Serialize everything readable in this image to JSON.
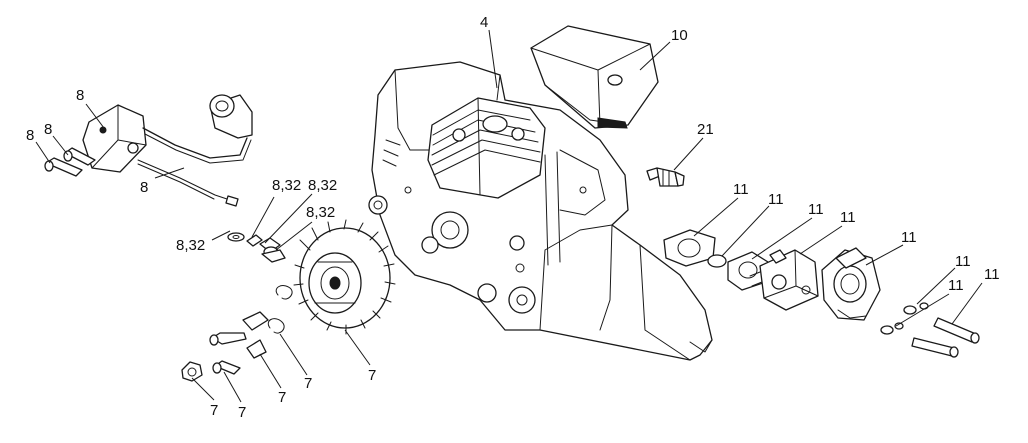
{
  "callouts": [
    {
      "id": "c-4",
      "text": "4"
    },
    {
      "id": "c-10",
      "text": "10"
    },
    {
      "id": "c-21",
      "text": "21"
    },
    {
      "id": "c-8a",
      "text": "8"
    },
    {
      "id": "c-8b",
      "text": "8"
    },
    {
      "id": "c-8c",
      "text": "8"
    },
    {
      "id": "c-8d",
      "text": "8"
    },
    {
      "id": "c-832a",
      "text": "8,32"
    },
    {
      "id": "c-832b",
      "text": "8,32"
    },
    {
      "id": "c-832c",
      "text": "8,32"
    },
    {
      "id": "c-832d",
      "text": "8,32"
    },
    {
      "id": "c-11a",
      "text": "11"
    },
    {
      "id": "c-11b",
      "text": "11"
    },
    {
      "id": "c-11c",
      "text": "11"
    },
    {
      "id": "c-11d",
      "text": "11"
    },
    {
      "id": "c-11e",
      "text": "11"
    },
    {
      "id": "c-11f",
      "text": "11"
    },
    {
      "id": "c-11g",
      "text": "11"
    },
    {
      "id": "c-11h",
      "text": "11"
    },
    {
      "id": "c-7a",
      "text": "7"
    },
    {
      "id": "c-7b",
      "text": "7"
    },
    {
      "id": "c-7c",
      "text": "7"
    },
    {
      "id": "c-7d",
      "text": "7"
    },
    {
      "id": "c-7e",
      "text": "7"
    }
  ],
  "colors": {
    "line": "#1a1a1a",
    "background": "#ffffff"
  }
}
